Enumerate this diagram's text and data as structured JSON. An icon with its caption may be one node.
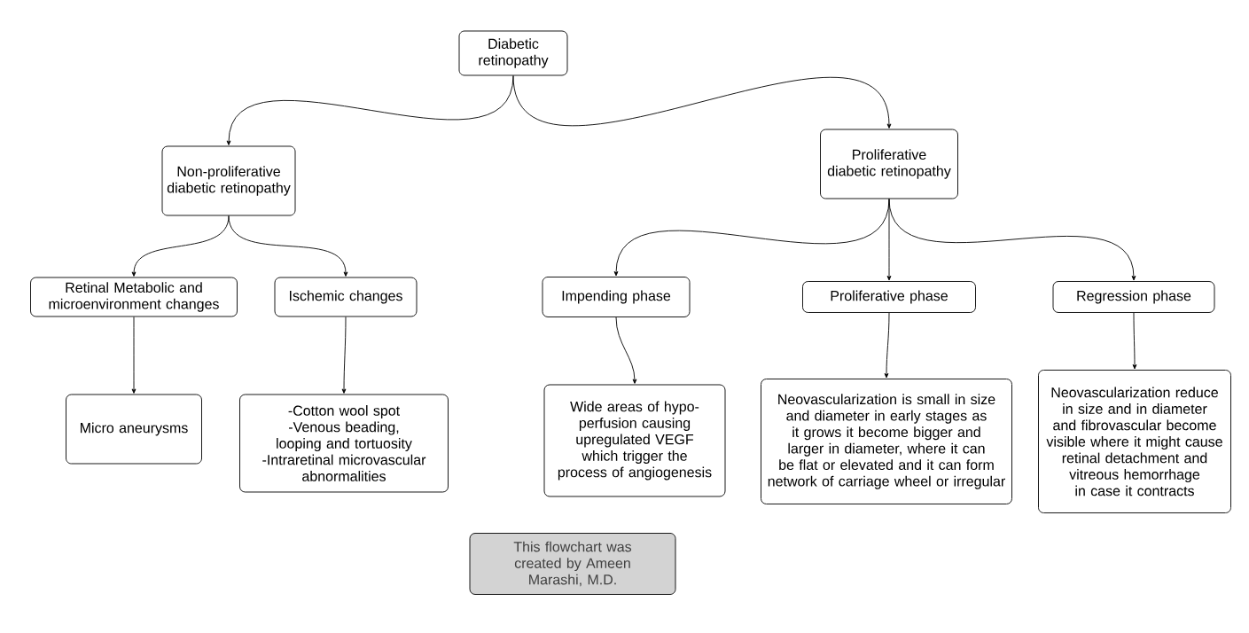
{
  "diagram": {
    "nodes": [
      {
        "text": [
          "Diabetic retinopathy"
        ]
      },
      {
        "text": [
          "Non-proliferative diabetic retinopathy"
        ]
      },
      {
        "text": [
          "Proliferative diabetic retinopathy"
        ]
      },
      {
        "text": [
          "Retinal Metabolic and microenvironment changes"
        ]
      },
      {
        "text": [
          "Ischemic changes"
        ]
      },
      {
        "text": [
          "Impending phase"
        ]
      },
      {
        "text": [
          "Proliferative phase"
        ]
      },
      {
        "text": [
          "Regression phase"
        ]
      },
      {
        "text": [
          "Micro aneurysms"
        ]
      },
      {
        "text": [
          "-Cotton wool spot",
          "-Venous beading, looping and tortuosity",
          "-Intraretinal microvascular abnormalities"
        ]
      },
      {
        "text": [
          "Wide areas of hypo-perfusion causing upregulated VEGF which trigger the process of angiogenesis"
        ]
      },
      {
        "text": [
          "Neovascularization is small in size and diameter in early stages as it grows it become bigger and larger in diameter, where it can be flat or elevated and it can form network of carriage wheel or irregular"
        ]
      },
      {
        "text": [
          "Neovascularization reduce in size and in diameter and fibrovascular become visible where it might cause retinal detachment and vitreous hemorrhage in case it contracts"
        ]
      },
      {
        "text": [
          "This flowchart was created by Ameen Marashi, M.D."
        ]
      }
    ],
    "edges": [
      {
        "from": 0,
        "to": 1,
        "arrow": "to"
      },
      {
        "from": 0,
        "to": 2,
        "arrow": "to"
      },
      {
        "from": 1,
        "to": 3,
        "arrow": "to"
      },
      {
        "from": 1,
        "to": 4,
        "arrow": "to"
      },
      {
        "from": 2,
        "to": 5,
        "arrow": "to"
      },
      {
        "from": 2,
        "to": 6,
        "arrow": "to"
      },
      {
        "from": 2,
        "to": 7,
        "arrow": "to"
      },
      {
        "from": 3,
        "to": 8,
        "arrow": "to"
      },
      {
        "from": 4,
        "to": 9,
        "arrow": "to"
      },
      {
        "from": 5,
        "to": 10,
        "arrow": "to"
      },
      {
        "from": 6,
        "to": 11,
        "arrow": "to"
      },
      {
        "from": 7,
        "to": 12,
        "arrow": "to"
      }
    ]
  }
}
